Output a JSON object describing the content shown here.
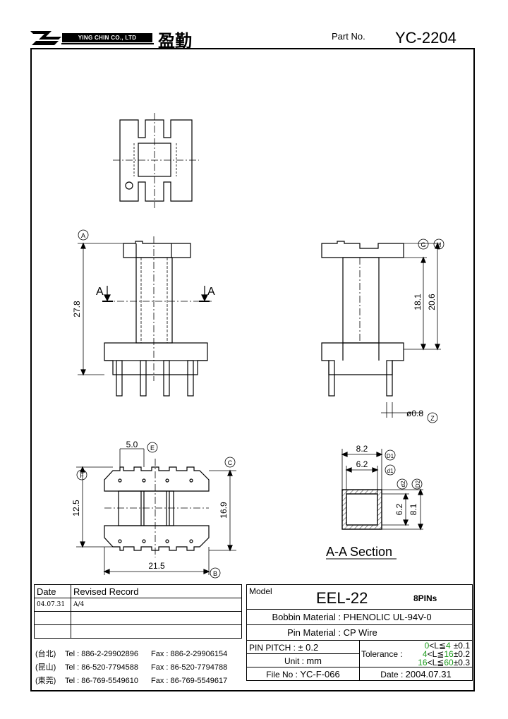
{
  "header": {
    "company_name": "YING CHIN CO., LTD",
    "company_name_cn": "盈勤",
    "part_no_label": "Part No.",
    "part_no": "YC-2204"
  },
  "drawing": {
    "labels": {
      "A_circle": "A",
      "section_a_left": "A",
      "section_a_right": "A",
      "dim_27_8": "27.8",
      "G_circle": "G",
      "H_circle": "H",
      "dim_18_1": "18.1",
      "dim_20_6": "20.6",
      "pin_dia": "ø0.8",
      "Z_circle": "Z",
      "dim_5_0": "5.0",
      "E_circle": "E",
      "F_circle": "F",
      "C_circle": "C",
      "dim_12_5": "12.5",
      "dim_16_9": "16.9",
      "dim_21_5": "21.5",
      "B_circle": "B",
      "dim_8_2": "8.2",
      "D1_circle": "D1",
      "dim_6_2_top": "6.2",
      "d1_circle": "d1",
      "d2_circle": "d2",
      "D2_circle": "D2",
      "dim_6_2_side": "6.2",
      "dim_8_1": "8.1",
      "section_title": "A-A Section"
    }
  },
  "revision": {
    "date_header": "Date",
    "record_header": "Revised  Record",
    "rows": [
      {
        "date": "04.07.31",
        "record": "A/4"
      },
      {
        "date": "",
        "record": ""
      },
      {
        "date": "",
        "record": ""
      }
    ]
  },
  "contacts": [
    {
      "region": "(台北)",
      "tel": "Tel : 886-2-29902896",
      "fax": "Fax : 886-2-29906154"
    },
    {
      "region": "(昆山)",
      "tel": "Tel : 86-520-7794588",
      "fax": "Fax : 86-520-7794788"
    },
    {
      "region": "(東莞)",
      "tel": "Tel : 86-769-5549610",
      "fax": "Fax : 86-769-5549617"
    }
  ],
  "spec": {
    "model_label": "Model",
    "model": "EEL-22",
    "pins": "8PINs",
    "bobbin_label": "Bobbin  Material :",
    "bobbin_value": "PHENOLIC UL-94V-0",
    "pin_material_label": "Pin  Material :",
    "pin_material_value": "CP Wire",
    "pin_pitch_label": "PIN  PITCH :",
    "pin_pitch_value": "± 0.2",
    "unit_label": "Unit :",
    "unit_value": "mm",
    "file_label": "File  No :",
    "file_value": "YC-F-066",
    "tolerance_label": "Tolerance :",
    "tol_rows": [
      {
        "lo": "0",
        "mid": "<L≦",
        "hi": "4",
        "tol": "±0.1"
      },
      {
        "lo": "4",
        "mid": "<L≦",
        "hi": "16",
        "tol": "±0.2"
      },
      {
        "lo": "16",
        "mid": "<L≦",
        "hi": "60",
        "tol": "±0.3"
      }
    ],
    "date_label": "Date :",
    "date_value": "2004.07.31"
  },
  "colors": {
    "accent_green": "#1a9a1a"
  }
}
